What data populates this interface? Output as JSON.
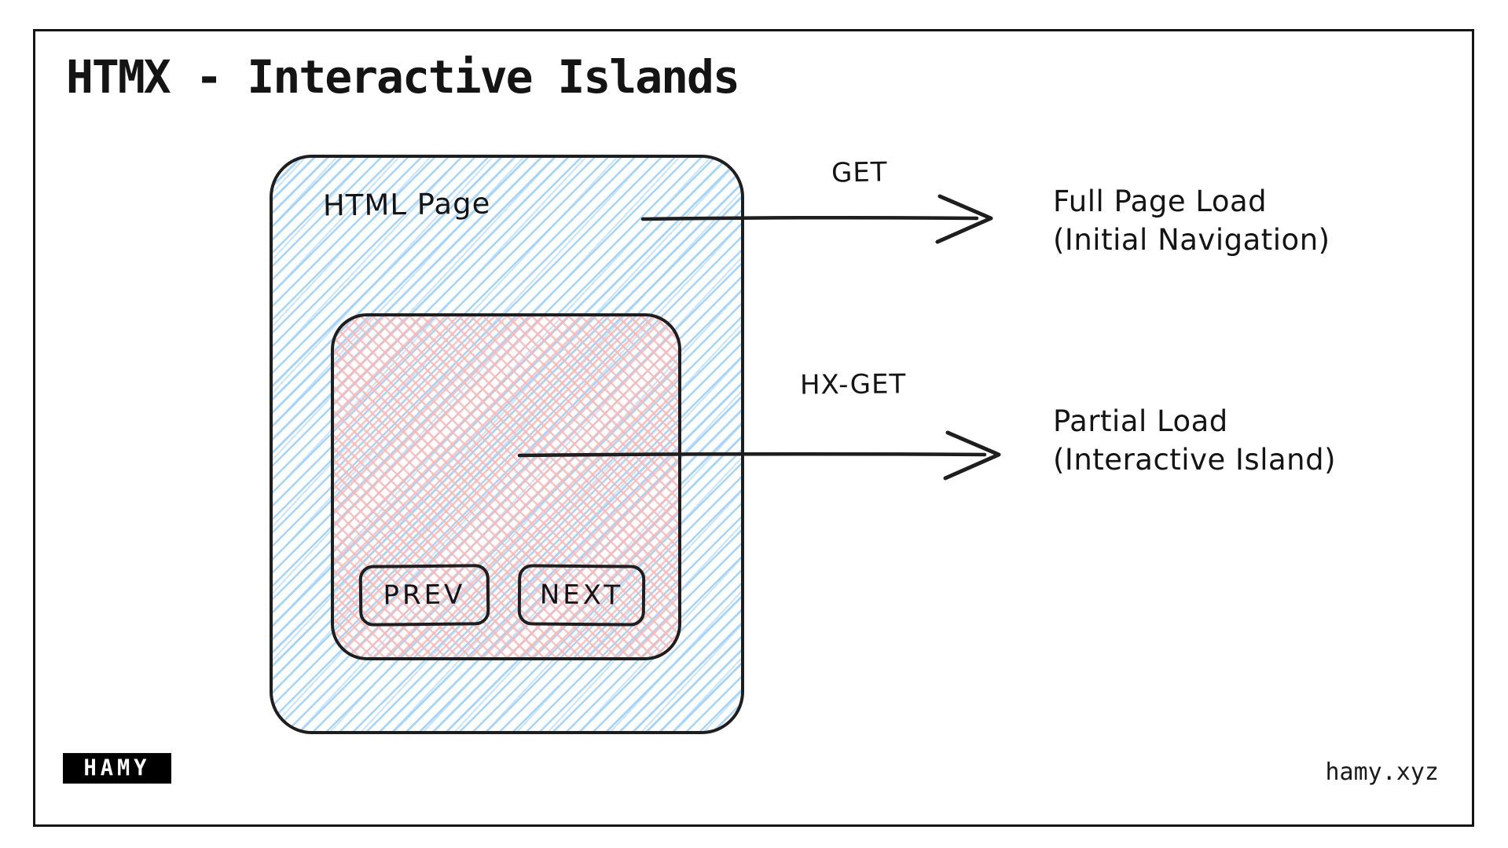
{
  "title": "HTMX - Interactive Islands",
  "page_box": {
    "label": "HTML Page",
    "island": {
      "prev_label": "PREV",
      "next_label": "NEXT"
    }
  },
  "flows": [
    {
      "method": "GET",
      "result_line1": "Full Page Load",
      "result_line2": "(Initial Navigation)"
    },
    {
      "method": "HX-GET",
      "result_line1": "Partial Load",
      "result_line2": "(Interactive Island)"
    }
  ],
  "footer": {
    "logo_text": "HAMY",
    "site": "hamy.xyz"
  },
  "colors": {
    "stroke": "#1e1e1e",
    "blue_hatch": "#a5d8ff",
    "pink_hatch": "#ffc9c9",
    "background": "#ffffff"
  }
}
